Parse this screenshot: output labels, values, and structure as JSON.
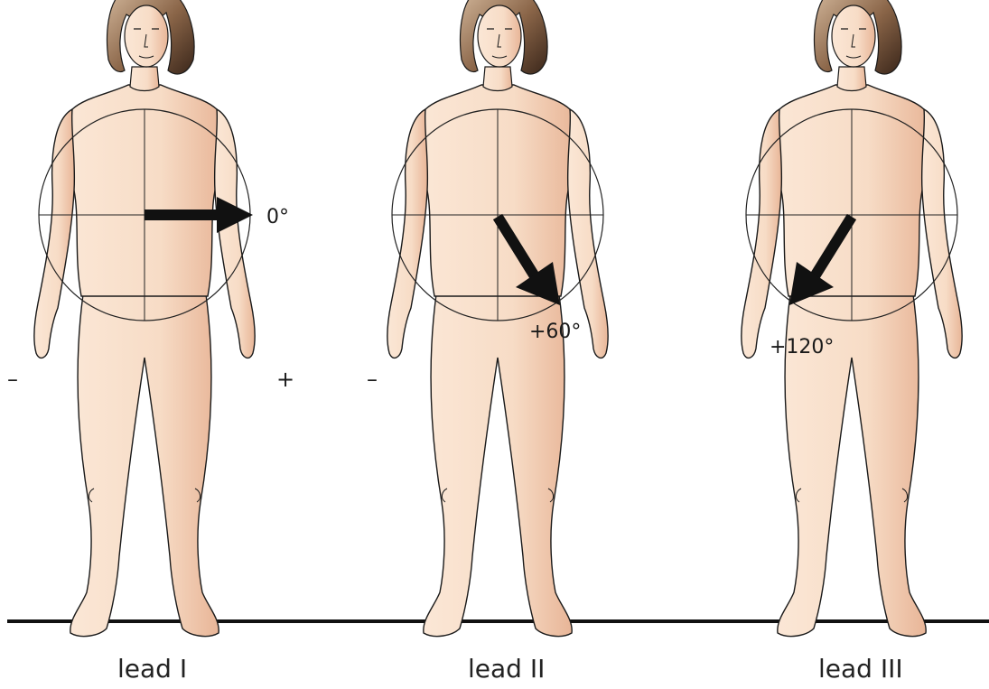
{
  "figure": {
    "colors": {
      "skin_light": "#f9e2cf",
      "skin_shade": "#e9b99a",
      "hair_light": "#c9a98a",
      "hair_dark": "#3e2a1e",
      "outline": "#1a1a1a",
      "arrow": "#111111",
      "ground": "#111111"
    },
    "panels": [
      {
        "lead_label": "lead I",
        "angle_label": "0°",
        "angle_degrees": 0,
        "minus_label": "–",
        "plus_label": "+"
      },
      {
        "lead_label": "lead II",
        "angle_label": "+60°",
        "angle_degrees": 60,
        "minus_label": "–"
      },
      {
        "lead_label": "lead III",
        "angle_label": "+120°",
        "angle_degrees": 120
      }
    ]
  }
}
